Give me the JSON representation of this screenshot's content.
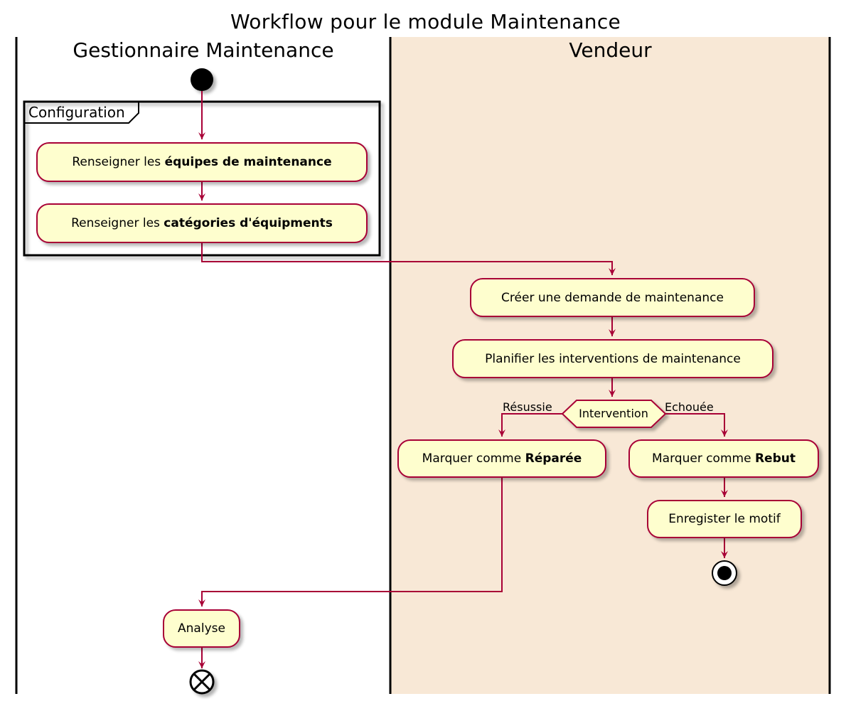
{
  "title": "Workflow pour le module Maintenance",
  "lanes": [
    {
      "name": "Gestionnaire Maintenance"
    },
    {
      "name": "Vendeur",
      "color": "#f8e8d6"
    }
  ],
  "group": {
    "label": "Configuration"
  },
  "activities": {
    "equipes": {
      "prefix": "Renseigner les ",
      "bold": "équipes de maintenance"
    },
    "categories": {
      "prefix": "Renseigner les ",
      "bold": "catégories d'équipments"
    },
    "demande": {
      "text": "Créer une demande de maintenance"
    },
    "planifier": {
      "text": "Planifier les interventions de maintenance"
    },
    "reparee": {
      "prefix": "Marquer comme ",
      "bold": "Réparée"
    },
    "rebut": {
      "prefix": "Marquer comme ",
      "bold": "Rebut"
    },
    "motif": {
      "text": "Enregister le motif"
    },
    "analyse": {
      "text": "Analyse"
    }
  },
  "decision": {
    "label": "Intervention",
    "yes_label": "Résussie",
    "no_label": "Echouée"
  },
  "colors": {
    "node_fill": "#fefece",
    "node_border": "#a80036",
    "arrow": "#a80036",
    "lane_fill": "#f8e8d6"
  }
}
